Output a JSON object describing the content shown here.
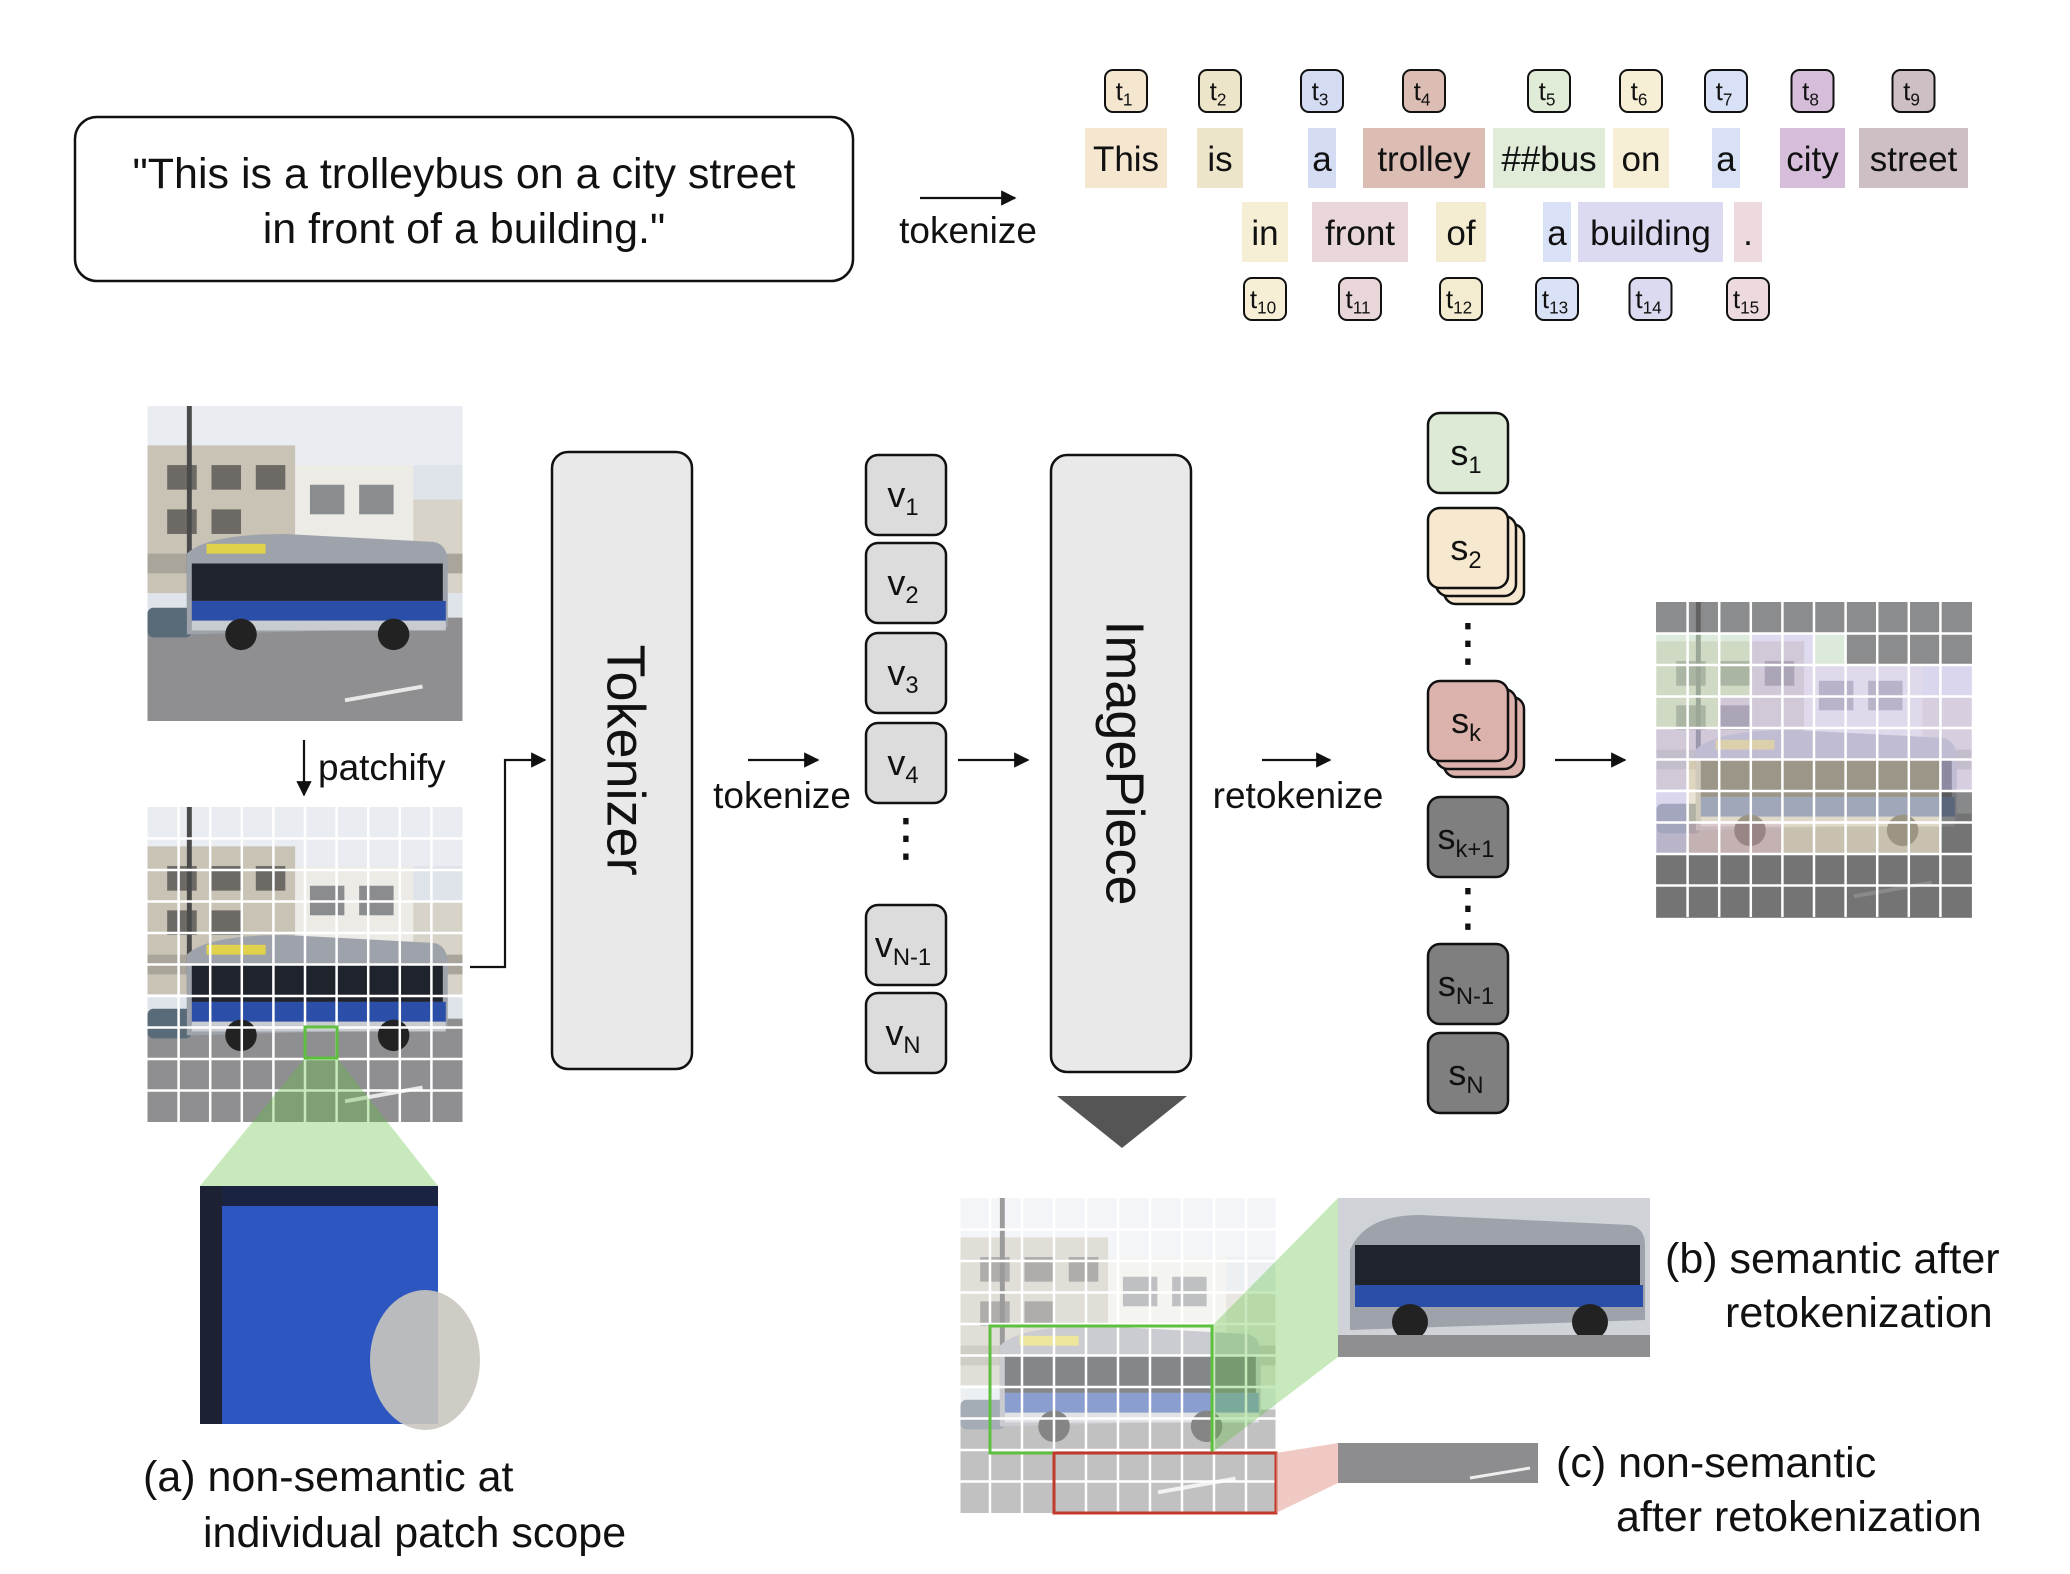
{
  "sentence": {
    "line1": "\"This is a trolleybus on a city street",
    "line2": "in front of a building.\""
  },
  "labels": {
    "tokenize_top": "tokenize",
    "patchify": "patchify",
    "tokenizer": "Tokenizer",
    "tokenize_mid": "tokenize",
    "imagepiece": "ImagePiece",
    "retokenize": "retokenize",
    "dots": "⋮"
  },
  "tokens": [
    {
      "id": "1",
      "word": "This",
      "color": "#f4e6cf"
    },
    {
      "id": "2",
      "word": "is",
      "color": "#ede5c9"
    },
    {
      "id": "3",
      "word": "a",
      "color": "#d3dcf3"
    },
    {
      "id": "4",
      "word": "trolley",
      "color": "#dbbdb4"
    },
    {
      "id": "5",
      "word": "##bus",
      "color": "#e0ecd8"
    },
    {
      "id": "6",
      "word": "on",
      "color": "#f6efd6"
    },
    {
      "id": "7",
      "word": "a",
      "color": "#d8e1f5"
    },
    {
      "id": "8",
      "word": "city",
      "color": "#d6bedb"
    },
    {
      "id": "9",
      "word": "street",
      "color": "#cdbfc4"
    },
    {
      "id": "10",
      "word": "in",
      "color": "#f6efd6"
    },
    {
      "id": "11",
      "word": "front",
      "color": "#e8d6d8"
    },
    {
      "id": "12",
      "word": "of",
      "color": "#f4ecd0"
    },
    {
      "id": "13",
      "word": "a",
      "color": "#d8e1f5"
    },
    {
      "id": "14",
      "word": "building",
      "color": "#dcdaf0"
    },
    {
      "id": "15",
      "word": ".",
      "color": "#ecdadd"
    }
  ],
  "visual_tokens": [
    {
      "base": "v",
      "sub": "1"
    },
    {
      "base": "v",
      "sub": "2"
    },
    {
      "base": "v",
      "sub": "3"
    },
    {
      "base": "v",
      "sub": "4"
    },
    {
      "base": "v",
      "sub": "N-1"
    },
    {
      "base": "v",
      "sub": "N"
    }
  ],
  "semantic_tokens": [
    {
      "base": "s",
      "sub": "1",
      "color": "#dcead6"
    },
    {
      "base": "s",
      "sub": "2",
      "color": "#f6e9cf"
    },
    {
      "base": "s",
      "sub": "k",
      "color": "#dcb3ac"
    },
    {
      "base": "s",
      "sub": "k+1",
      "color": "#7f7f7f"
    },
    {
      "base": "s",
      "sub": "N-1",
      "color": "#7f7f7f"
    },
    {
      "base": "s",
      "sub": "N",
      "color": "#7f7f7f"
    }
  ],
  "captions": {
    "a1": "(a) non-semantic at",
    "a2": "individual patch scope",
    "b1": "(b) semantic after",
    "b2": "retokenization",
    "c1": "(c) non-semantic",
    "c2": "after retokenization"
  },
  "colors": {
    "token_box": "#e9e9e9",
    "dark_token": "#7f7f7f",
    "green_highlight": "#5fbf3f",
    "red_highlight": "#c0392b",
    "bus_blue": "#2b4fa8"
  }
}
